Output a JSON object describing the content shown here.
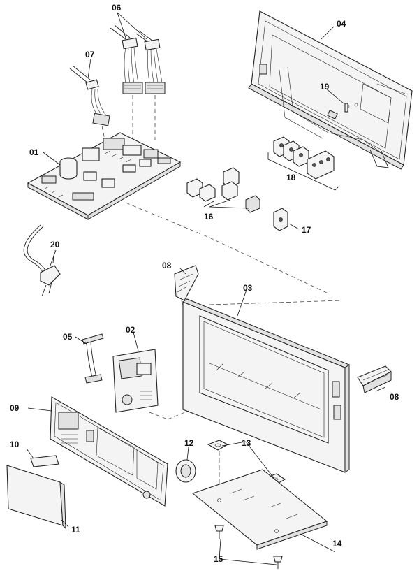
{
  "labels": {
    "p01": "01",
    "p02": "02",
    "p03": "03",
    "p04": "04",
    "p05": "05",
    "p06": "06",
    "p07": "07",
    "p08a": "08",
    "p08b": "08",
    "p09": "09",
    "p10": "10",
    "p11": "11",
    "p12": "12",
    "p13": "13",
    "p14": "14",
    "p15": "15",
    "p16": "16",
    "p17": "17",
    "p18": "18",
    "p19": "19",
    "p20": "20"
  }
}
